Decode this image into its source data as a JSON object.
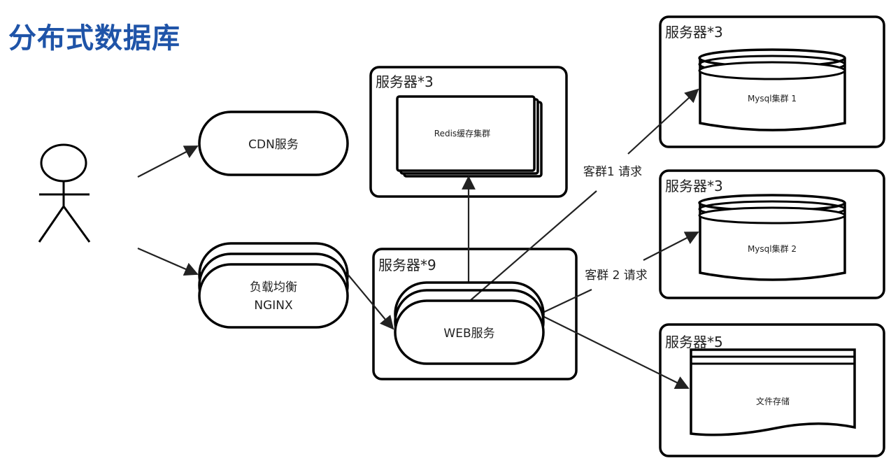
{
  "title": "分布式数据库",
  "colors": {
    "title": "#1f54a8",
    "stroke": "#000000",
    "background": "#ffffff"
  },
  "actor": {
    "icon": "stick-figure-user-icon"
  },
  "nodes": {
    "cdn": {
      "label": "CDN服务"
    },
    "load_balancer": {
      "line1": "负载均衡",
      "line2": "NGINX"
    },
    "web": {
      "group_label": "服务器*9",
      "label": "WEB服务"
    },
    "redis": {
      "group_label": "服务器*3",
      "label": "Redis缓存集群"
    },
    "mysql1": {
      "group_label": "服务器*3",
      "label": "Mysql集群 1"
    },
    "mysql2": {
      "group_label": "服务器*3",
      "label": "Mysql集群 2"
    },
    "file_storage": {
      "group_label": "服务器*5",
      "label": "文件存储"
    }
  },
  "edges": {
    "cluster1_request": "客群1 请求",
    "cluster2_request": "客群 2 请求"
  }
}
